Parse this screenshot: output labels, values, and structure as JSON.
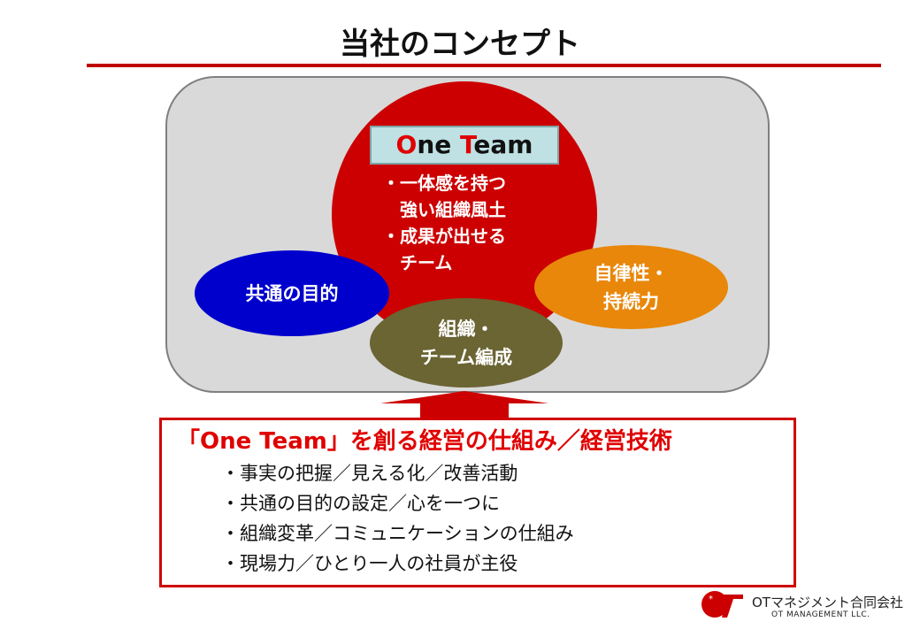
{
  "title": "当社のコンセプト",
  "core": {
    "label_first_O": "O",
    "label_ne": "ne ",
    "label_T": "T",
    "label_eam": "eam",
    "bullets": [
      "・一体感を持つ",
      "　強い組織風土",
      "・成果が出せる",
      "　チーム"
    ]
  },
  "ellipses": {
    "blue": [
      "共通の目的"
    ],
    "orange": [
      "自律性・",
      "持続力"
    ],
    "olive": [
      "組織・",
      "チーム編成"
    ]
  },
  "box": {
    "title": "「One Team」を創る経営の仕組み／経営技術",
    "items": [
      "・事実の把握／見える化／改善活動",
      "・共通の目的の設定／心を一つに",
      "・組織変革／コミュニケーションの仕組み",
      "・現場力／ひとり一人の社員が主役"
    ]
  },
  "company": {
    "name": "OTマネジメント合同会社",
    "name_en": "OT MANAGEMENT LLC.",
    "logo_text": "OT"
  },
  "colors": {
    "accent": "#cc0000",
    "blue": "#0000cc",
    "orange": "#e8870a",
    "olive": "#6b6433",
    "panel": "#d9d9d9"
  }
}
